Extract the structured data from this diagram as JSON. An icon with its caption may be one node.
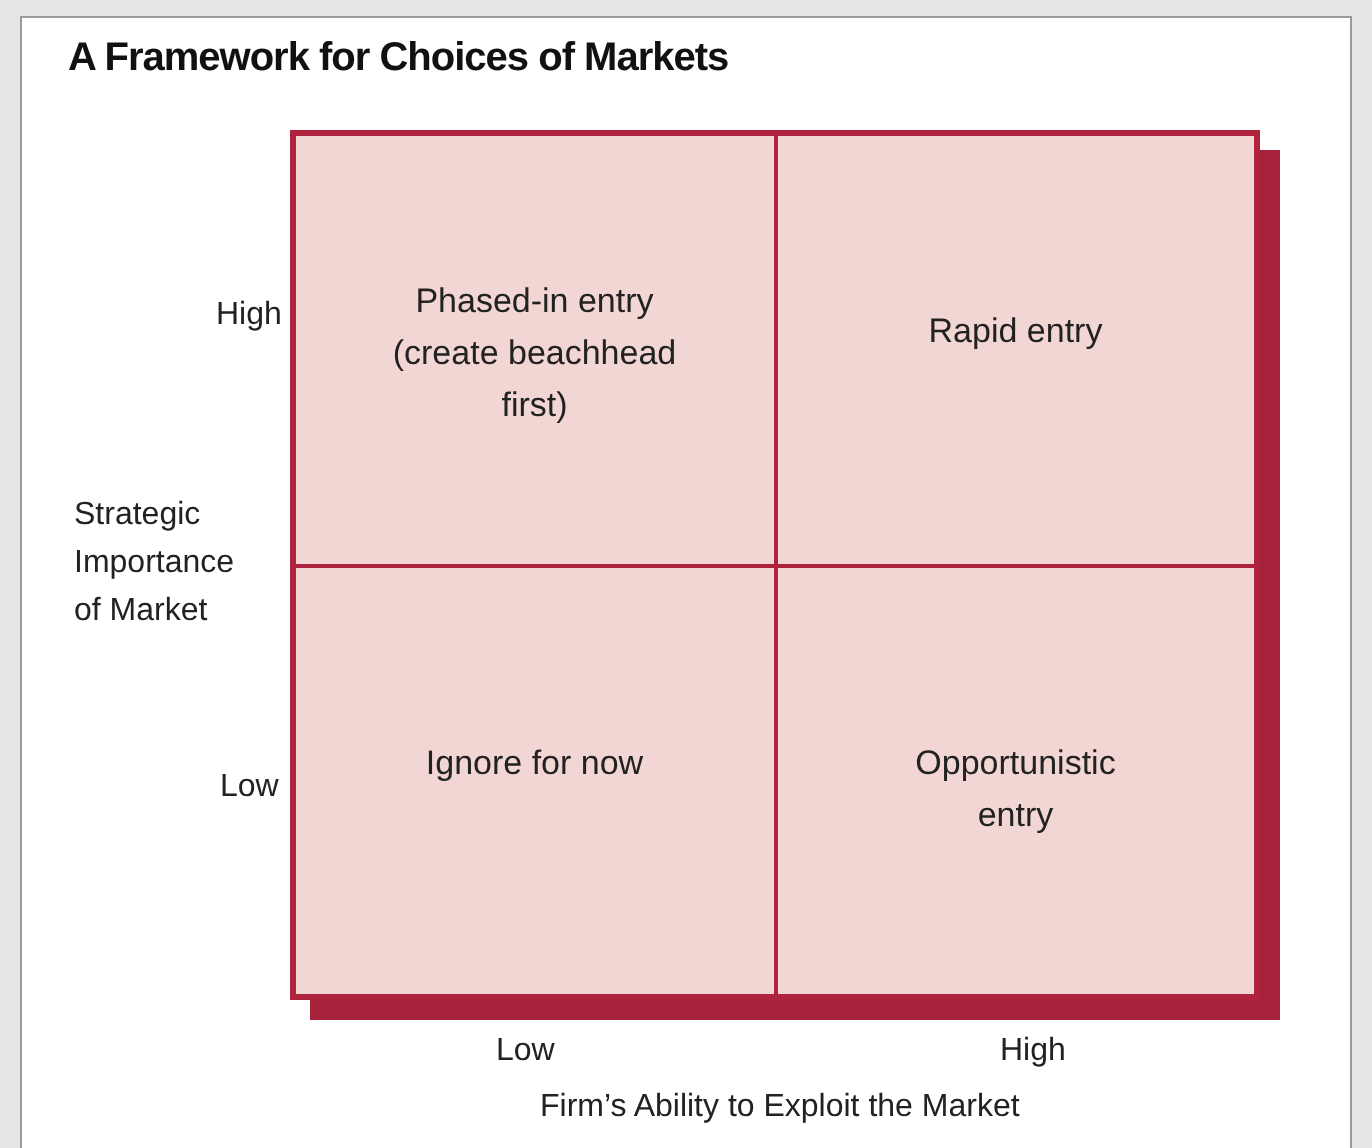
{
  "diagram": {
    "title": "A Framework for Choices of Markets",
    "nodes": [
      {
        "text": [
          "Phased-in entry (create beachhead first)"
        ]
      },
      {
        "text": [
          "Rapid entry"
        ]
      },
      {
        "text": [
          "Ignore for now"
        ]
      },
      {
        "text": [
          "Opportunistic entry"
        ]
      }
    ],
    "labels": [
      "High",
      "Strategic Importance of Market",
      "Low",
      "Low",
      "High",
      "Firm’s Ability to Exploit the Market"
    ]
  }
}
